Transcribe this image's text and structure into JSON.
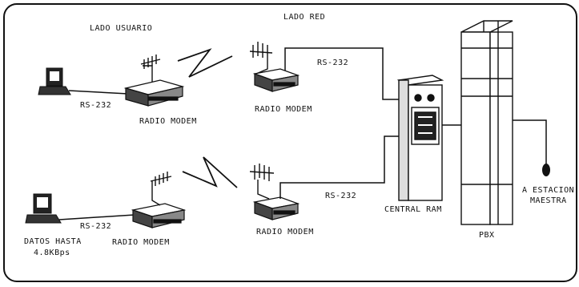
{
  "labels": {
    "lado_usuario": "LADO USUARIO",
    "lado_red": "LADO RED",
    "rs232_user_top": "RS-232",
    "rs232_user_bottom": "RS-232",
    "rs232_net_top": "RS-232",
    "rs232_net_bottom": "RS-232",
    "radio_modem_user_top": "RADIO MODEM",
    "radio_modem_user_bottom": "RADIO MODEM",
    "radio_modem_net_top": "RADIO MODEM",
    "radio_modem_net_bottom": "RADIO MODEM",
    "datos_line1": "DATOS HASTA",
    "datos_line2": "4.8KBps",
    "central_ram": "CENTRAL RAM",
    "pbx": "PBX",
    "estacion_line1": "A ESTACION",
    "estacion_line2": "MAESTRA"
  }
}
